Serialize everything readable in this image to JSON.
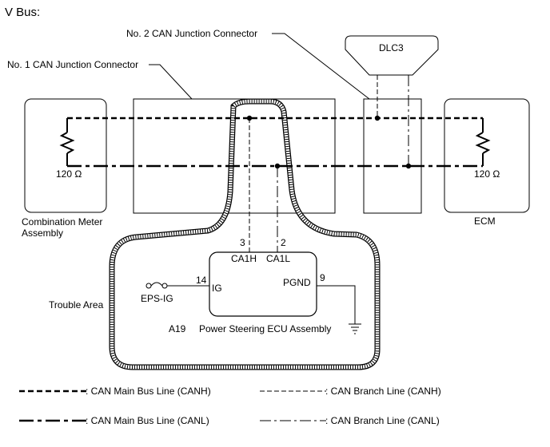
{
  "title": "V Bus:",
  "labels": {
    "junction2": "No. 2 CAN Junction Connector",
    "junction1": "No. 1 CAN Junction Connector",
    "dlc3": "DLC3",
    "resistor_left": "120 Ω",
    "resistor_right": "120 Ω",
    "combination_meter_line1": "Combination Meter",
    "combination_meter_line2": "Assembly",
    "ecm": "ECM",
    "pin_ca1h_num": "3",
    "pin_ca1l_num": "2",
    "pin_ca1h": "CA1H",
    "pin_ca1l": "CA1L",
    "pin_ig_num": "14",
    "pin_ig": "IG",
    "pin_pgnd_num": "9",
    "pin_pgnd": "PGND",
    "eps_ig": "EPS-IG",
    "trouble_area": "Trouble Area",
    "ecu_code": "A19",
    "ecu_name": "Power Steering ECU Assembly"
  },
  "legend": [
    {
      "label": ": CAN Main Bus Line (CANH)"
    },
    {
      "label": ": CAN Branch Line (CANH)"
    },
    {
      "label": ": CAN Main Bus Line (CANL)"
    },
    {
      "label": ": CAN Branch Line (CANL)"
    }
  ]
}
